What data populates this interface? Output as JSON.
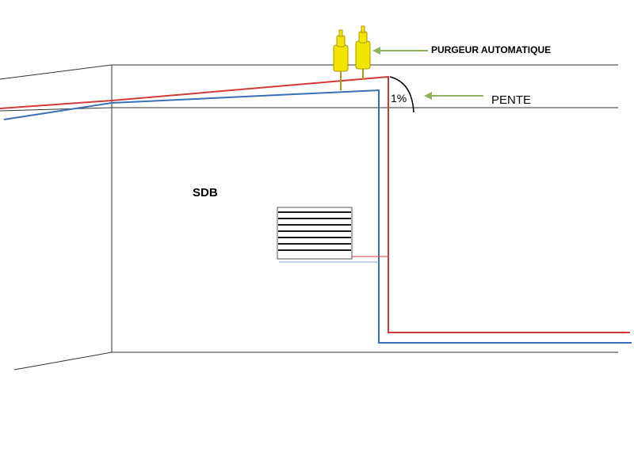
{
  "labels": {
    "purgeur": "PURGEUR AUTOMATIQUE",
    "pente": "PENTE",
    "slope": "1%",
    "room": "SDB"
  },
  "colors": {
    "wall": "#333333",
    "red_pipe": "#d23a3a",
    "blue_pipe": "#3a6fb5",
    "purgeur_body": "#f2e600",
    "purgeur_stroke": "#a89b00",
    "arrow": "#8db360",
    "radiator": "#1a1a1a"
  },
  "icons": {
    "purgeur": "air-vent-icon",
    "arrow": "arrow-left-icon",
    "radiator": "radiator-icon"
  }
}
